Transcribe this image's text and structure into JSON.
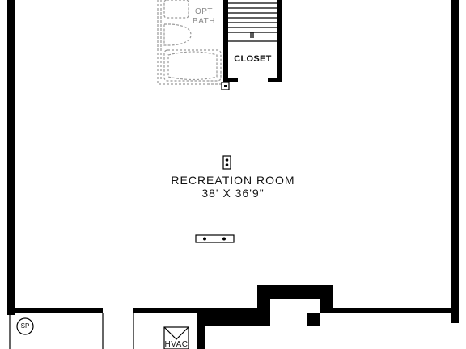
{
  "labels": {
    "opt_bath_line1": "OPT",
    "opt_bath_line2": "BATH",
    "closet": "CLOSET",
    "room_name": "RECREATION ROOM",
    "room_dims": "38' X 36'9\"",
    "sump_pump": "SP",
    "hvac": "HVAC"
  },
  "colors": {
    "wall": "#000000",
    "dashed_fixture": "#9a9a9a",
    "background": "#ffffff"
  }
}
